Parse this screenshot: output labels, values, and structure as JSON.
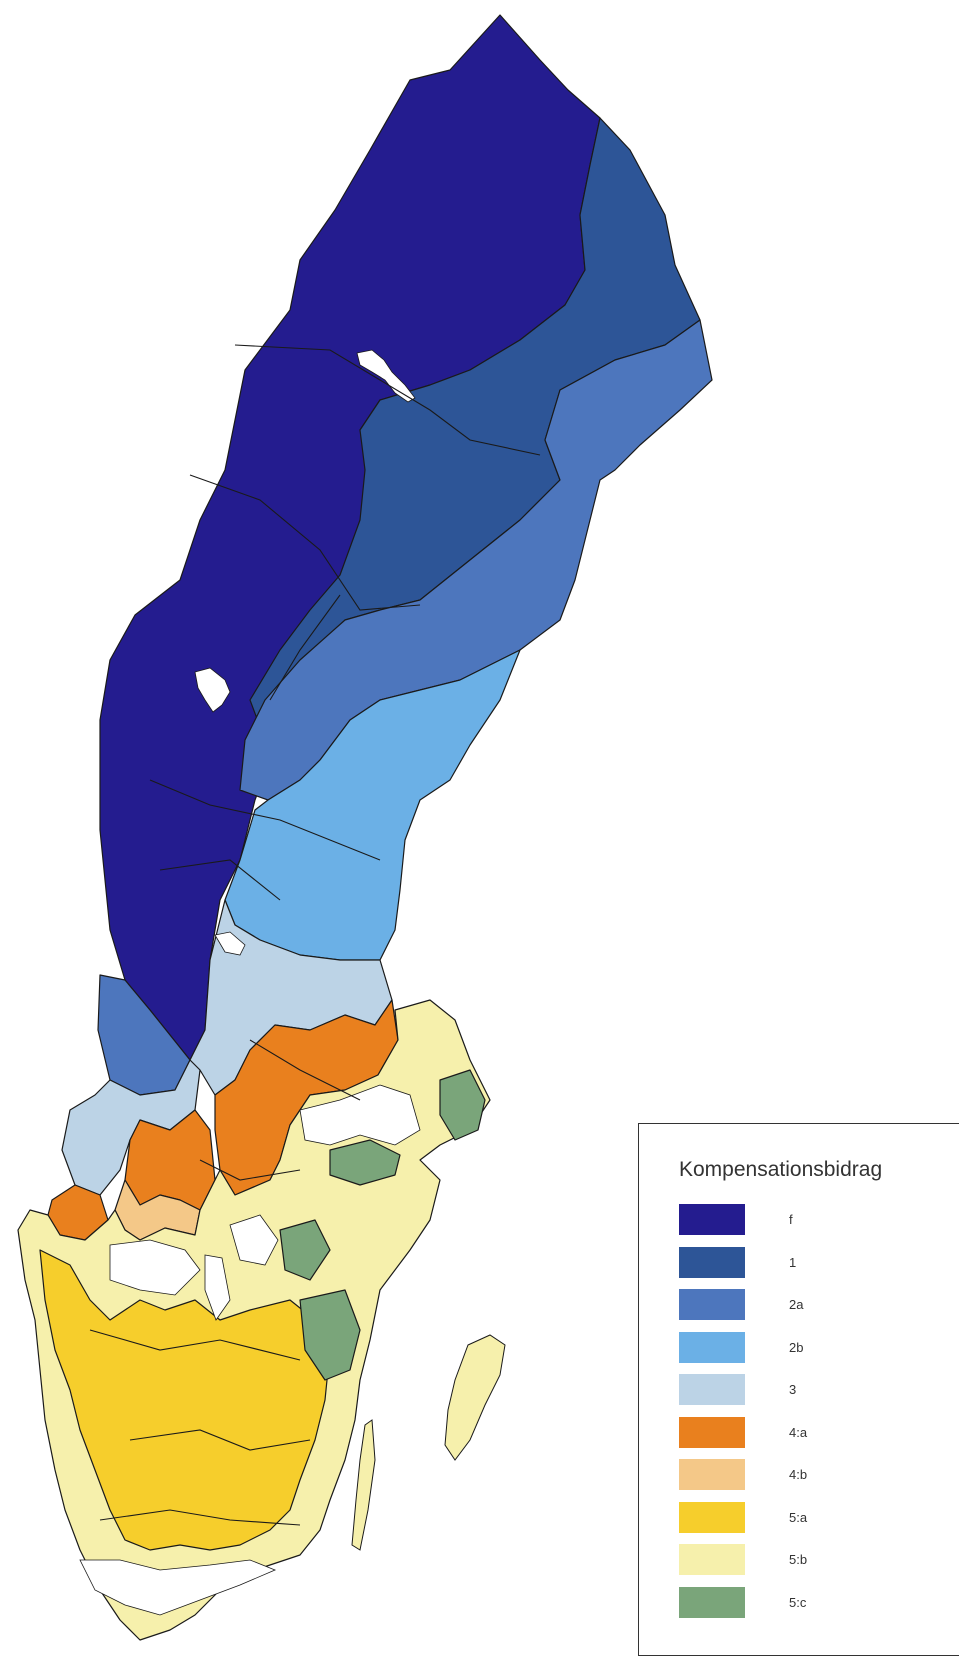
{
  "legend": {
    "title": "Kompensationsbidrag",
    "items": [
      {
        "label": "f",
        "color": "#241c8f"
      },
      {
        "label": "1",
        "color": "#2d5597"
      },
      {
        "label": "2a",
        "color": "#4d76bd"
      },
      {
        "label": "2b",
        "color": "#6bb0e6"
      },
      {
        "label": "3",
        "color": "#bcd3e6"
      },
      {
        "label": "4:a",
        "color": "#e9801e"
      },
      {
        "label": "4:b",
        "color": "#f4c888"
      },
      {
        "label": "5:a",
        "color": "#f6ce2c"
      },
      {
        "label": "5:b",
        "color": "#f6f0ac"
      },
      {
        "label": "5:c",
        "color": "#7aa57a"
      }
    ]
  }
}
